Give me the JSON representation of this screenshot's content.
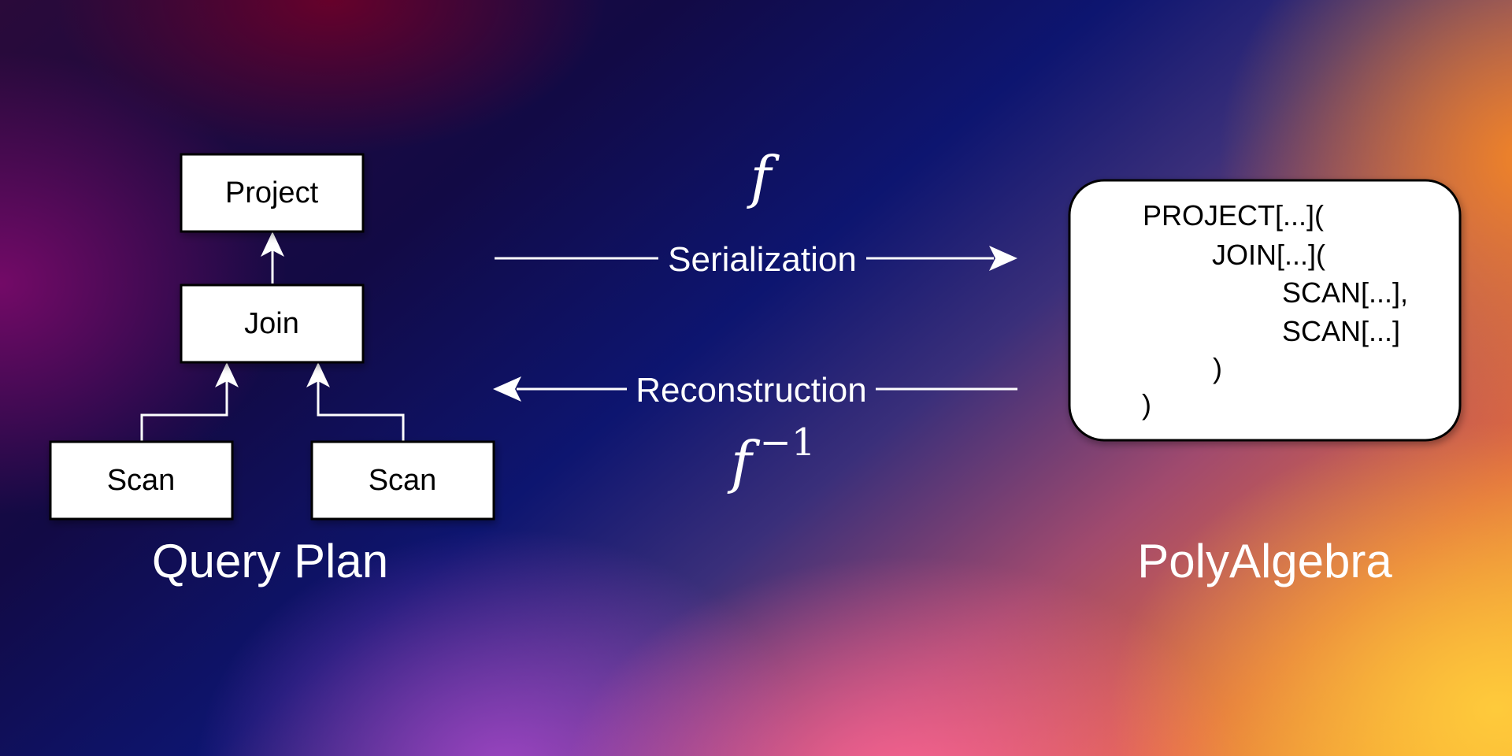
{
  "query_plan": {
    "title": "Query Plan",
    "nodes": {
      "project": "Project",
      "join": "Join",
      "scan_left": "Scan",
      "scan_right": "Scan"
    }
  },
  "serialization": {
    "label": "Serialization",
    "function": "f"
  },
  "reconstruction": {
    "label": "Reconstruction",
    "function": "f",
    "exponent": "−1"
  },
  "polyalgebra": {
    "title": "PolyAlgebra",
    "code_lines": [
      "PROJECT[...](",
      "JOIN[...](",
      "SCAN[...],",
      "SCAN[...]",
      ")",
      ")"
    ]
  }
}
